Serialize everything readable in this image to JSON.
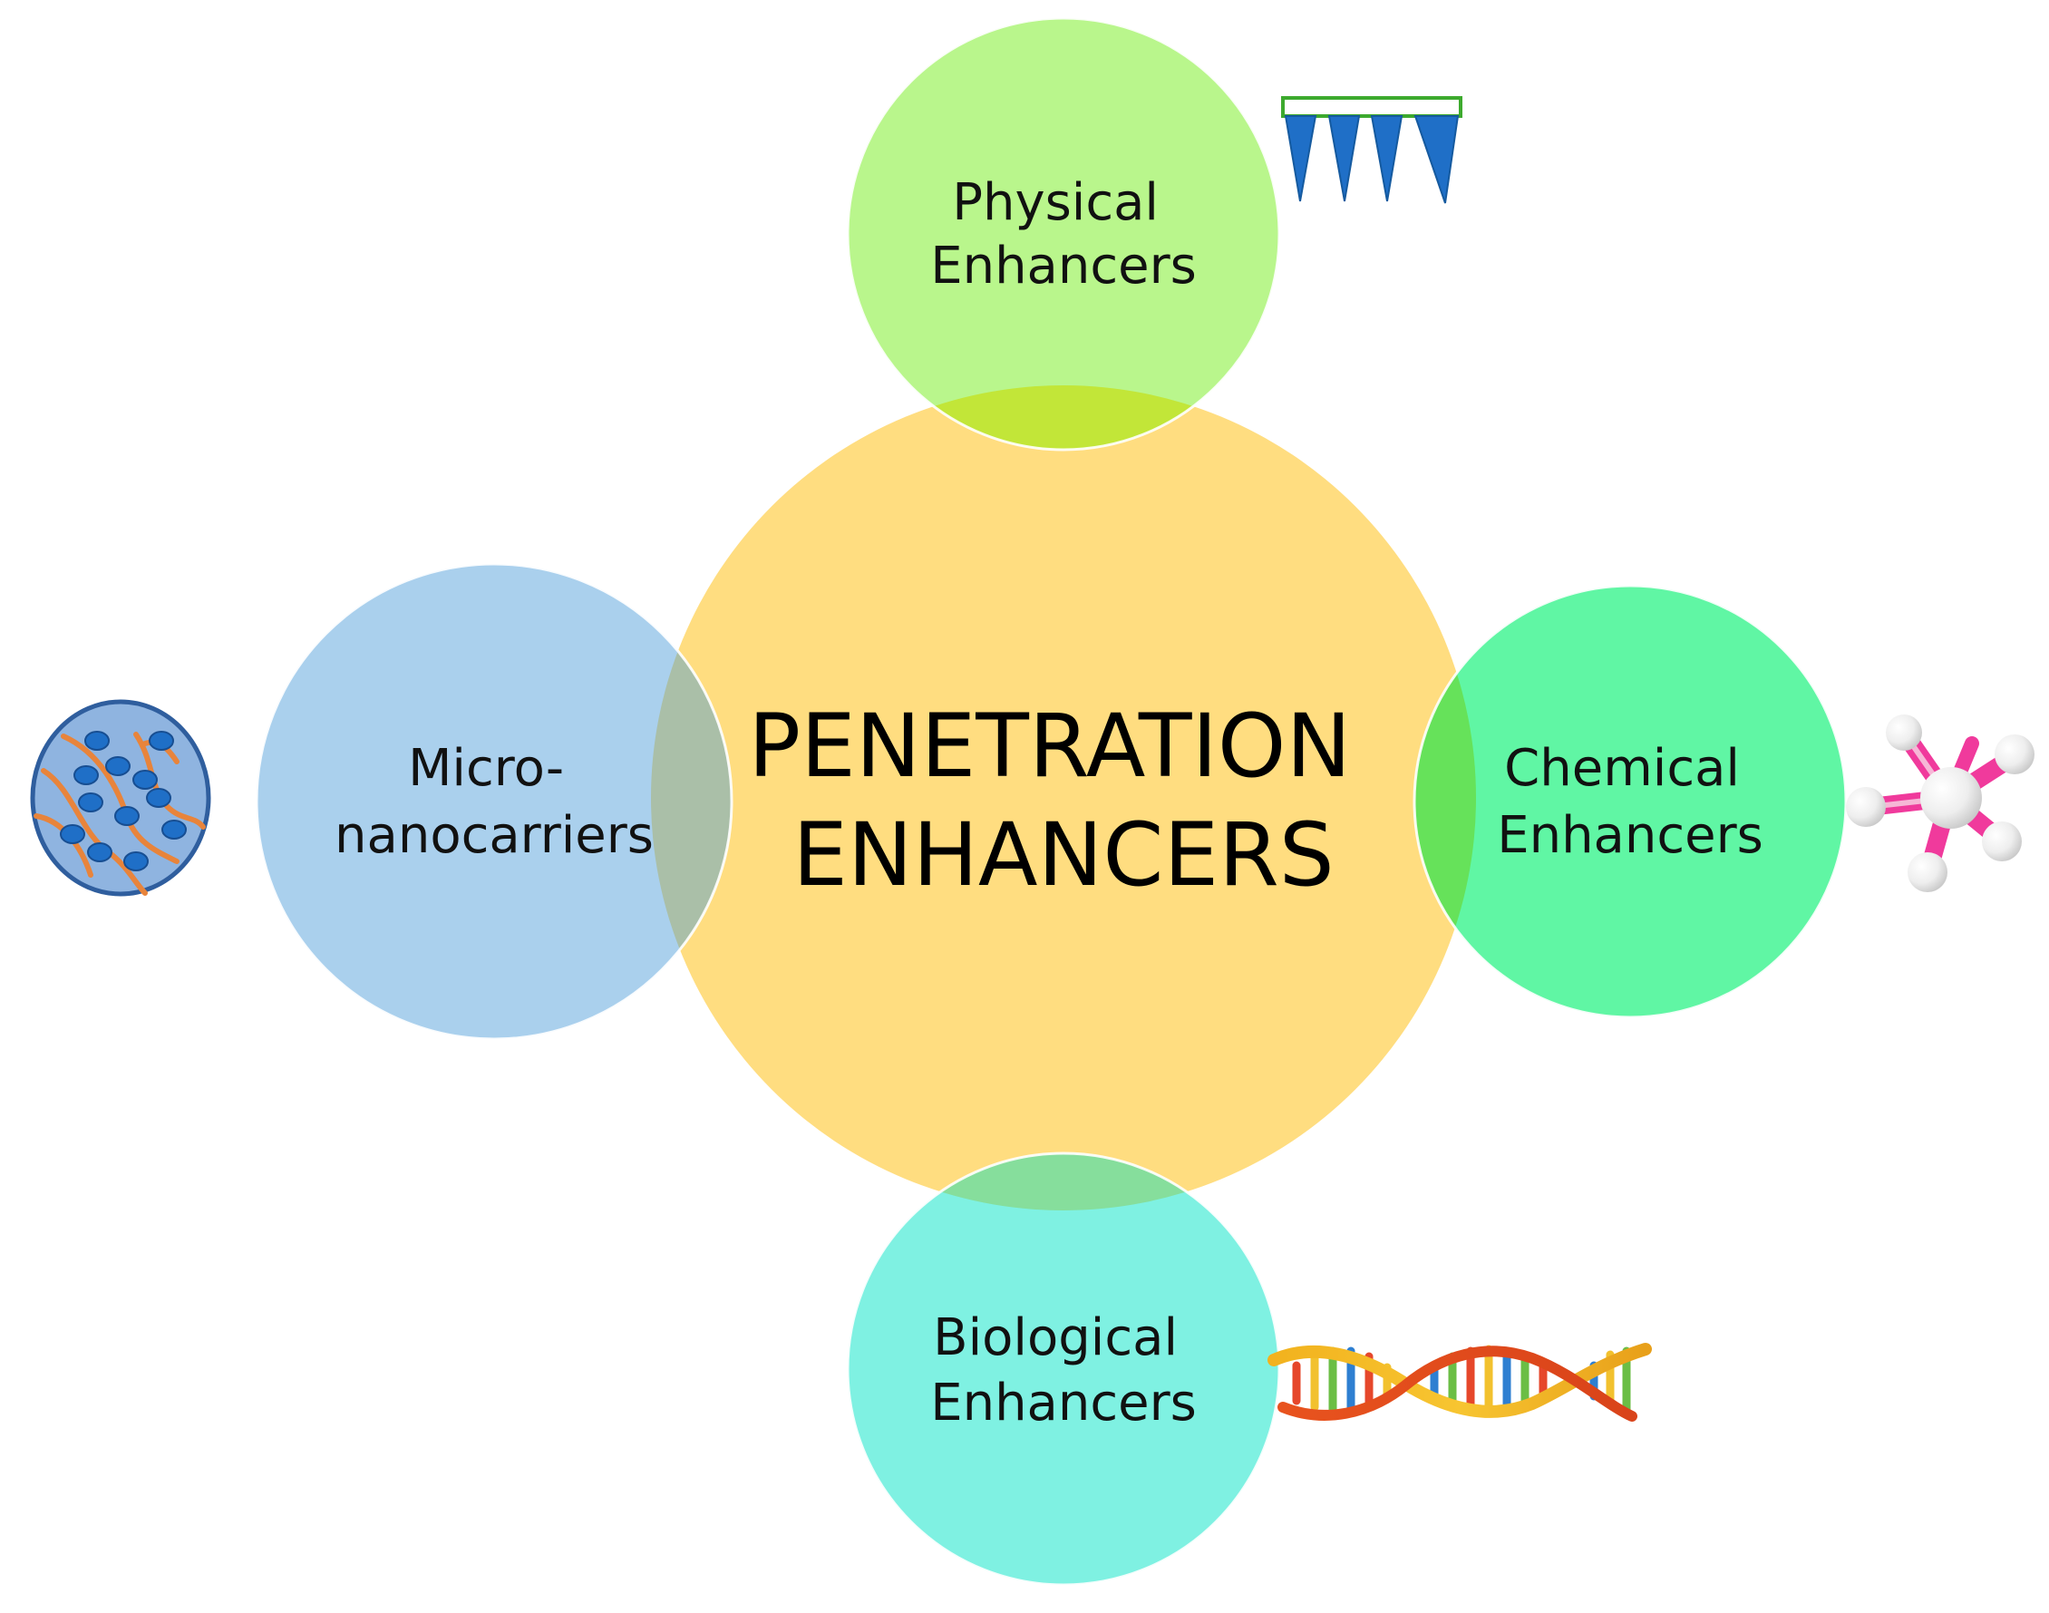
{
  "diagram": {
    "center": {
      "lines": [
        "PENETRATION",
        "ENHANCERS"
      ],
      "color": "#FFDD80"
    },
    "nodes": {
      "physical": {
        "lines": [
          "Physical",
          "Enhancers"
        ],
        "color": "#B3F582",
        "icon": "microneedle-array-icon"
      },
      "chemical": {
        "lines": [
          "Chemical",
          "Enhancers"
        ],
        "color": "#52F59C",
        "icon": "molecule-icon"
      },
      "biological": {
        "lines": [
          "Biological",
          "Enhancers"
        ],
        "color": "#74F0E0",
        "icon": "dna-helix-icon"
      },
      "carriers": {
        "lines": [
          "Micro-",
          "nanocarriers"
        ],
        "color": "#A3CCEC",
        "icon": "nanocarrier-particle-icon"
      }
    }
  }
}
